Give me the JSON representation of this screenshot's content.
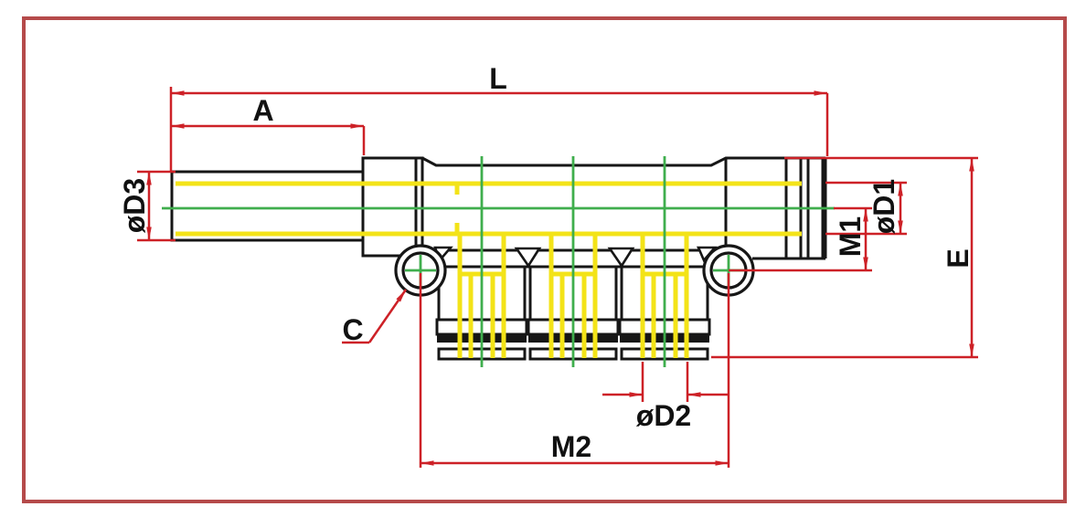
{
  "drawing": {
    "kind": "CAD technical drawing",
    "subject": "Push-to-connect pneumatic manifold fitting, side cross-section view with dimension callouts",
    "labels": {
      "L": "L",
      "A": "A",
      "D3": "øD3",
      "D1": "øD1",
      "M1": "M1",
      "E": "E",
      "C": "C",
      "D2": "øD2",
      "M2": "M2"
    },
    "colors": {
      "background": "#ffffff",
      "border": "#b54a4a",
      "dimension": "#cd2127",
      "outline": "#161616",
      "tube": "#f3e318",
      "centerline": "#3fae4d",
      "label": "#111111"
    }
  }
}
